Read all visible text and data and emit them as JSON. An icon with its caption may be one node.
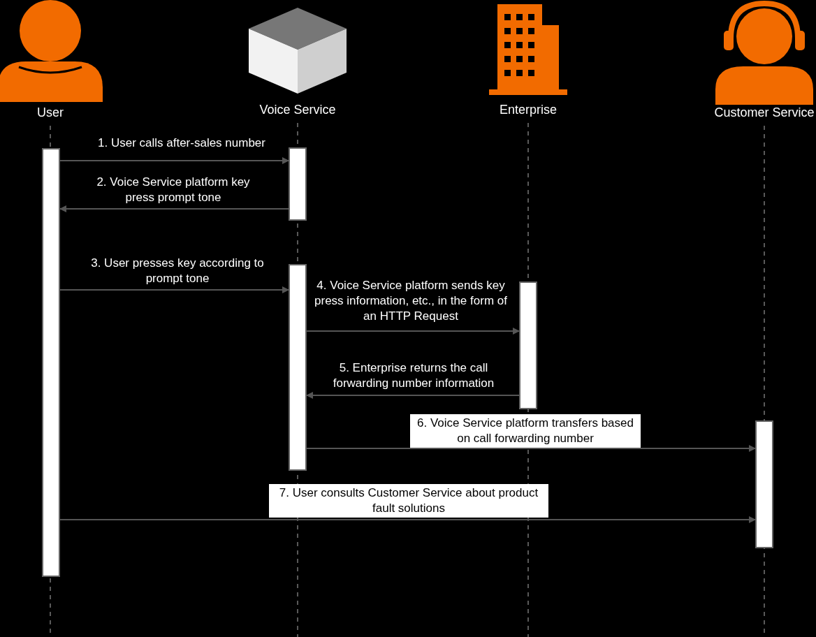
{
  "diagram": {
    "nodes": [
      {
        "text": [
          "User"
        ]
      },
      {
        "text": [
          "Voice Service"
        ]
      },
      {
        "text": [
          "Enterprise"
        ]
      },
      {
        "text": [
          "Customer Service"
        ]
      },
      {
        "text": [],
        "shape": "bar"
      },
      {
        "text": [],
        "shape": "bar"
      },
      {
        "text": [],
        "shape": "bar"
      },
      {
        "text": [],
        "shape": "bar"
      },
      {
        "text": [],
        "shape": "bar"
      }
    ],
    "edges": [
      {
        "from": 4,
        "to": 5,
        "arrow": "to",
        "label": "1. User calls after-sales number"
      },
      {
        "from": 5,
        "to": 4,
        "arrow": "to",
        "label": "2. Voice Service platform key press prompt tone"
      },
      {
        "from": 4,
        "to": 6,
        "arrow": "to",
        "label": "3. User presses key according to prompt tone"
      },
      {
        "from": 6,
        "to": 7,
        "arrow": "to",
        "label": "4. Voice Service platform sends key press information, etc., in the form of an HTTP Request"
      },
      {
        "from": 7,
        "to": 6,
        "arrow": "to",
        "label": "5. Enterprise returns the call forwarding number information"
      },
      {
        "from": 6,
        "to": 8,
        "arrow": "to",
        "label": "6. Voice Service platform transfers based on call forwarding number"
      },
      {
        "from": 4,
        "to": 8,
        "arrow": "to",
        "label": "7. User consults Customer Service about product fault solutions"
      }
    ]
  }
}
